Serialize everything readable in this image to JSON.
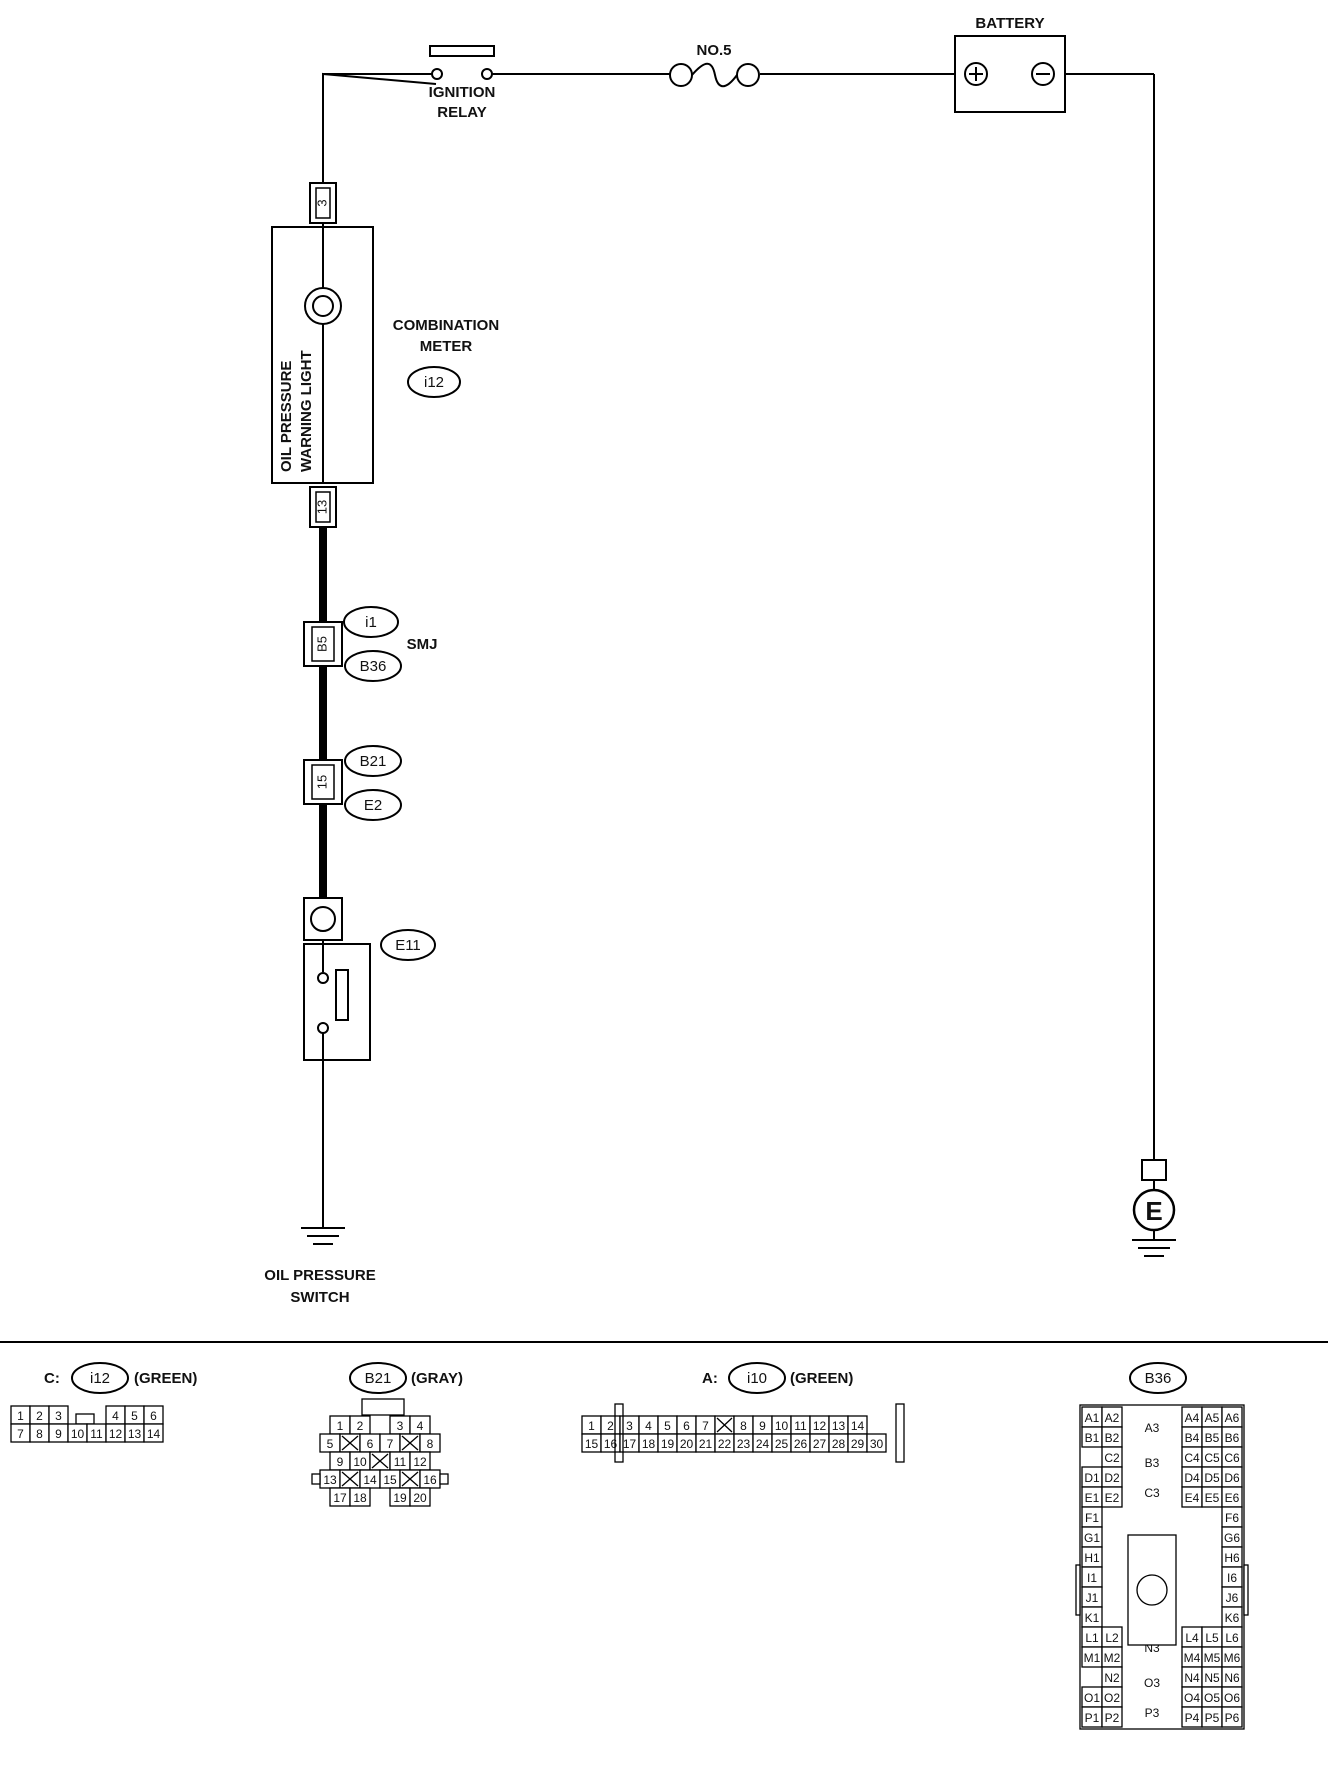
{
  "labels": {
    "battery": "BATTERY",
    "fuse": "NO.5",
    "ignition_relay_line1": "IGNITION",
    "ignition_relay_line2": "RELAY",
    "combination_meter_line1": "COMBINATION",
    "combination_meter_line2": "METER",
    "warning_light_line1": "OIL PRESSURE",
    "warning_light_line2": "WARNING LIGHT",
    "smj": "SMJ",
    "oil_switch_line1": "OIL PRESSURE",
    "oil_switch_line2": "SWITCH",
    "ground_e": "E"
  },
  "connector_tags": {
    "i12": "i12",
    "i1": "i1",
    "b36": "B36",
    "b21": "B21",
    "e2": "E2",
    "e11": "E11"
  },
  "terminals": {
    "meter_top": "3",
    "meter_bottom": "13",
    "smj_pin": "B5",
    "b21_pin": "15"
  },
  "connector_details": {
    "c_prefix": "C:",
    "c_tag": "i12",
    "c_color": "(GREEN)",
    "b21_tag": "B21",
    "b21_color": "(GRAY)",
    "a_prefix": "A:",
    "a_tag": "i10",
    "a_color": "(GREEN)",
    "b36_tag": "B36"
  },
  "c_i12_pins": {
    "row1": [
      "1",
      "2",
      "3",
      "",
      "4",
      "5",
      "6"
    ],
    "row2": [
      "7",
      "8",
      "9",
      "10",
      "11",
      "12",
      "13",
      "14"
    ]
  },
  "b21_pins": {
    "row1": [
      "1",
      "2",
      "",
      "3",
      "4"
    ],
    "row2": [
      "5",
      "X",
      "6",
      "7",
      "X",
      "8"
    ],
    "row3": [
      "9",
      "10",
      "X",
      "11",
      "12"
    ],
    "row4": [
      "13",
      "X",
      "14",
      "15",
      "X",
      "16"
    ],
    "row5": [
      "17",
      "18",
      "",
      "19",
      "20"
    ]
  },
  "a_i10_pins": {
    "row1": [
      "1",
      "2",
      "3",
      "4",
      "5",
      "6",
      "7",
      "X",
      "8",
      "9",
      "10",
      "11",
      "12",
      "13",
      "14"
    ],
    "row2": [
      "15",
      "16",
      "17",
      "18",
      "19",
      "20",
      "21",
      "22",
      "23",
      "24",
      "25",
      "26",
      "27",
      "28",
      "29",
      "30"
    ]
  },
  "b36_pins": {
    "left_rows": [
      [
        "A1",
        "A2"
      ],
      [
        "B1",
        "B2"
      ],
      [
        "",
        "C2"
      ],
      [
        "D1",
        "D2"
      ],
      [
        "E1",
        "E2"
      ],
      [
        "F1",
        ""
      ],
      [
        "G1",
        ""
      ],
      [
        "H1",
        ""
      ],
      [
        "I1",
        ""
      ],
      [
        "J1",
        ""
      ],
      [
        "K1",
        ""
      ],
      [
        "L1",
        "L2"
      ],
      [
        "M1",
        "M2"
      ],
      [
        "",
        "N2"
      ],
      [
        "O1",
        "O2"
      ],
      [
        "P1",
        "P2"
      ]
    ],
    "right_rows": [
      [
        "A4",
        "A5",
        "A6"
      ],
      [
        "B4",
        "B5",
        "B6"
      ],
      [
        "C4",
        "C5",
        "C6"
      ],
      [
        "D4",
        "D5",
        "D6"
      ],
      [
        "E4",
        "E5",
        "E6"
      ],
      [
        "",
        "",
        "F6"
      ],
      [
        "",
        "",
        "G6"
      ],
      [
        "",
        "",
        "H6"
      ],
      [
        "",
        "",
        "I6"
      ],
      [
        "",
        "",
        "J6"
      ],
      [
        "",
        "",
        "K6"
      ],
      [
        "L4",
        "L5",
        "L6"
      ],
      [
        "M4",
        "M5",
        "M6"
      ],
      [
        "N4",
        "N5",
        "N6"
      ],
      [
        "O4",
        "O5",
        "O6"
      ],
      [
        "P4",
        "P5",
        "P6"
      ]
    ],
    "middle": [
      "A3",
      "B3",
      "C3",
      "N3",
      "O3",
      "P3"
    ]
  }
}
